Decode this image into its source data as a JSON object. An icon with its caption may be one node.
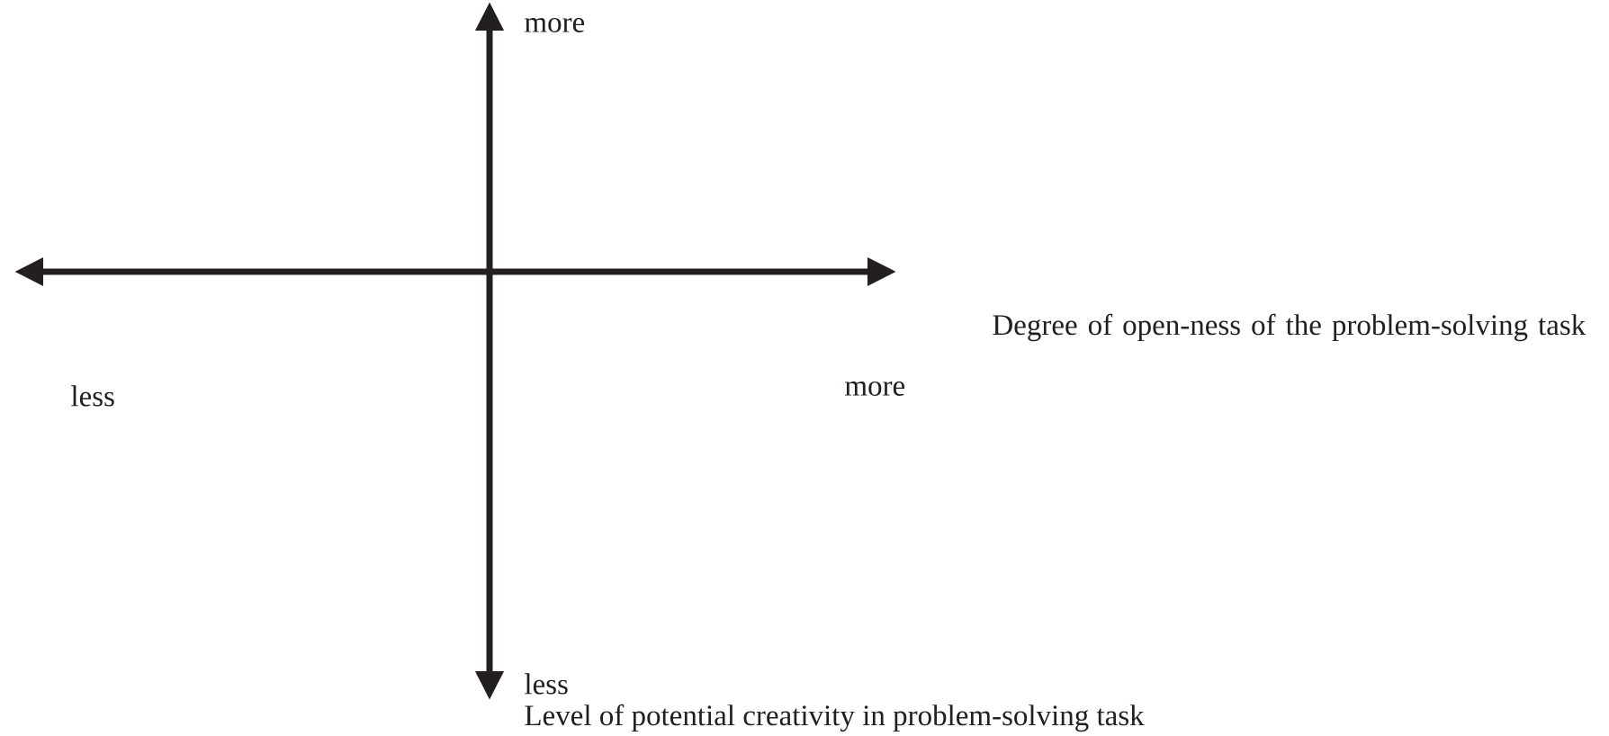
{
  "diagram": {
    "labels": [
      "more",
      "Degree of open-ness of the problem-solving task",
      "less",
      "more",
      "less",
      "Level of potential creativity in problem-solving task"
    ]
  }
}
